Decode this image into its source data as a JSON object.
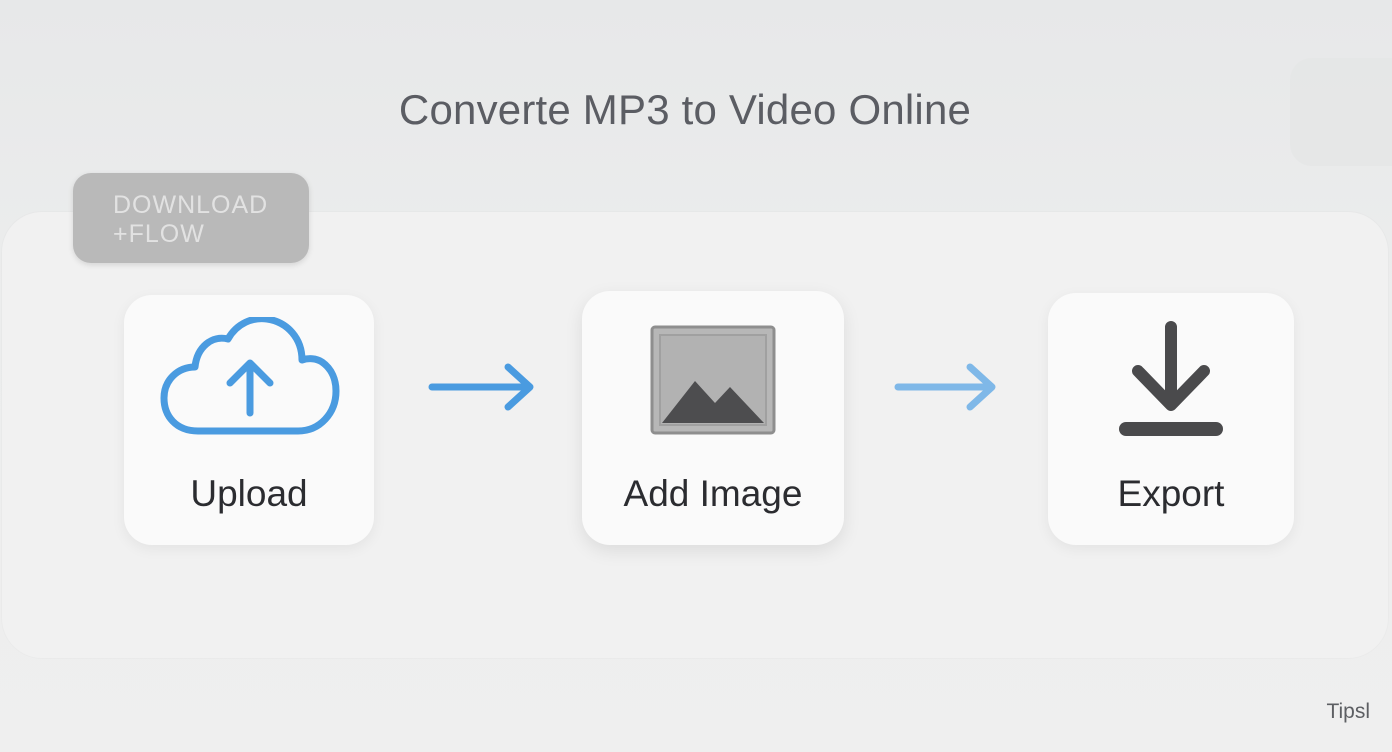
{
  "header": {
    "title": "Converte MP3 to Video Online"
  },
  "badge": {
    "line1": "DOWNLOAD",
    "line2": "+FLOW"
  },
  "steps": [
    {
      "label": "Upload",
      "icon": "cloud-upload-icon"
    },
    {
      "label": "Add Image",
      "icon": "image-icon"
    },
    {
      "label": "Export",
      "icon": "download-icon"
    }
  ],
  "connectors": [
    {
      "icon": "arrow-right-icon"
    },
    {
      "icon": "arrow-right-icon"
    }
  ],
  "footer": {
    "tips": "Tipsl"
  },
  "colors": {
    "accent": "#4a9be0",
    "accent_light": "#7fb8e8",
    "icon_dark": "#4a4a4c",
    "image_frame": "#b7b7b7"
  }
}
